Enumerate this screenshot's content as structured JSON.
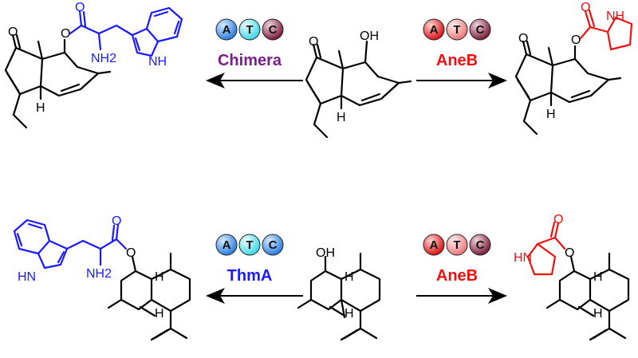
{
  "colors": {
    "chimera": "#7a1f8a",
    "aneb": "#ee1111",
    "thma": "#1a1aff",
    "blue_fragment": "#1a1aff",
    "red_fragment": "#ee1111"
  },
  "icons": [
    "reaction-arrow-icon",
    "domain-a-icon",
    "domain-t-icon",
    "domain-c-icon"
  ],
  "reactions": [
    {
      "enzyme": "Chimera",
      "domains": [
        "A",
        "T",
        "C"
      ],
      "domain_colors": [
        "#3a8ee8",
        "#6fe6f0",
        "#8a2a4a"
      ],
      "enzyme_color": "#7a1f8a"
    },
    {
      "enzyme": "AneB",
      "domains": [
        "A",
        "T",
        "C"
      ],
      "domain_colors": [
        "#e02020",
        "#f08080",
        "#8a2a4a"
      ],
      "enzyme_color": "#ee1111"
    },
    {
      "enzyme": "ThmA",
      "domains": [
        "A",
        "T",
        "C"
      ],
      "domain_colors": [
        "#3a8ee8",
        "#6fe6f0",
        "#3a8ee8"
      ],
      "enzyme_color": "#1a1aff"
    },
    {
      "enzyme": "AneB",
      "domains": [
        "A",
        "T",
        "C"
      ],
      "domain_colors": [
        "#e02020",
        "#f08080",
        "#8a2a4a"
      ],
      "enzyme_color": "#ee1111"
    }
  ],
  "atom_labels": {
    "oh": "OH",
    "o": "O",
    "h": "H",
    "nh2": "NH2",
    "nh": "NH",
    "hn": "HN",
    "n_h": "N",
    "h_sub": "H"
  }
}
